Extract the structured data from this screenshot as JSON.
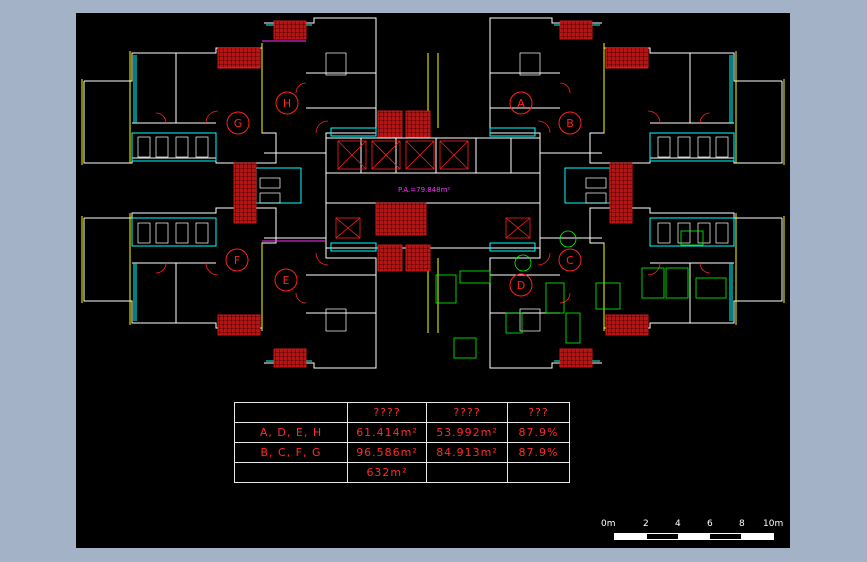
{
  "units": [
    {
      "label": "A"
    },
    {
      "label": "B"
    },
    {
      "label": "C"
    },
    {
      "label": "D"
    },
    {
      "label": "E"
    },
    {
      "label": "F"
    },
    {
      "label": "G"
    },
    {
      "label": "H"
    }
  ],
  "public_area_note": "P.A.=79.848m²",
  "table": {
    "header": [
      "",
      "????",
      "????",
      "???"
    ],
    "rows": [
      [
        "A, D, E, H",
        "61.414m²",
        "53.992m²",
        "87.9%"
      ],
      [
        "B, C, F, G",
        "96.586m²",
        "84.913m²",
        "87.9%"
      ],
      [
        "",
        "632m²",
        "",
        ""
      ]
    ]
  },
  "scale_bar": {
    "labels": [
      "0m",
      "2",
      "4",
      "6",
      "8",
      "10m"
    ]
  },
  "colors": {
    "background": "#000000",
    "frame": "#a3b2c6",
    "walls": "#ffffff",
    "windows": "#00ffff",
    "hatch": "#ff2020",
    "labels": "#ff2020",
    "furniture": "#00ff00",
    "dimension": "#ffff00",
    "note": "#ff30ff"
  }
}
